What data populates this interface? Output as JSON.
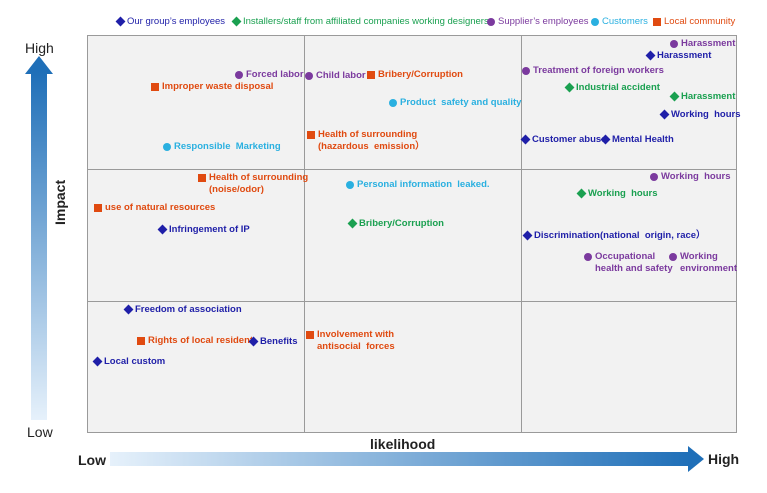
{
  "legend": [
    {
      "label": "Our group’s  employees",
      "shape": "diamond",
      "color": "#1f1fa8"
    },
    {
      "label": "Installers/staff from affiliated companies working designers",
      "shape": "diamond",
      "color": "#1aa050"
    },
    {
      "label": "Supplier’s employees",
      "shape": "dot",
      "color": "#7b3a9e"
    },
    {
      "label": "Customers",
      "shape": "dot",
      "color": "#2ab0e0"
    },
    {
      "label": "Local community",
      "shape": "square",
      "color": "#e04a10"
    }
  ],
  "axis": {
    "y_label": "Impact",
    "y_high": "High",
    "y_low": "Low",
    "x_label": "likelihood",
    "x_low": "Low",
    "x_high": "High"
  },
  "items": [
    {
      "label": "Forced labor",
      "group": 2
    },
    {
      "label": "Improper waste disposal",
      "group": 4
    },
    {
      "label": "Responsible  Marketing",
      "group": 3
    },
    {
      "label": "Child labor",
      "group": 2
    },
    {
      "label": "Bribery/Corruption",
      "group": 4
    },
    {
      "label": "Product  safety and quality",
      "group": 3
    },
    {
      "label": "Health of surrounding\n(hazardous  emission）",
      "group": 4
    },
    {
      "label": "Harassment",
      "group": 2
    },
    {
      "label": "Harassment",
      "group": 0
    },
    {
      "label": "Treatment of foreign workers",
      "group": 2
    },
    {
      "label": "Industrial accident",
      "group": 1
    },
    {
      "label": "Harassment",
      "group": 1
    },
    {
      "label": "Working  hours",
      "group": 0
    },
    {
      "label": "Customer abuse",
      "group": 0
    },
    {
      "label": "Mental Health",
      "group": 0
    },
    {
      "label": "Health of surrounding\n(noise/odor)",
      "group": 4
    },
    {
      "label": "use of natural resources",
      "group": 4
    },
    {
      "label": "Infringement of IP",
      "group": 0
    },
    {
      "label": "Personal information  leaked.",
      "group": 3
    },
    {
      "label": "Bribery/Corruption",
      "group": 1
    },
    {
      "label": "Working  hours",
      "group": 2
    },
    {
      "label": "Working  hours",
      "group": 1
    },
    {
      "label": "Discrimination(national  origin, race）",
      "group": 0
    },
    {
      "label": "Occupational\nhealth and safety",
      "group": 2
    },
    {
      "label": "Working\nenvironment",
      "group": 2
    },
    {
      "label": "Freedom of association",
      "group": 0
    },
    {
      "label": "Rights of local resident",
      "group": 4
    },
    {
      "label": "Benefits",
      "group": 0
    },
    {
      "label": "Local custom",
      "group": 0
    },
    {
      "label": "Involvement with\nantisocial  forces",
      "group": 4
    }
  ]
}
